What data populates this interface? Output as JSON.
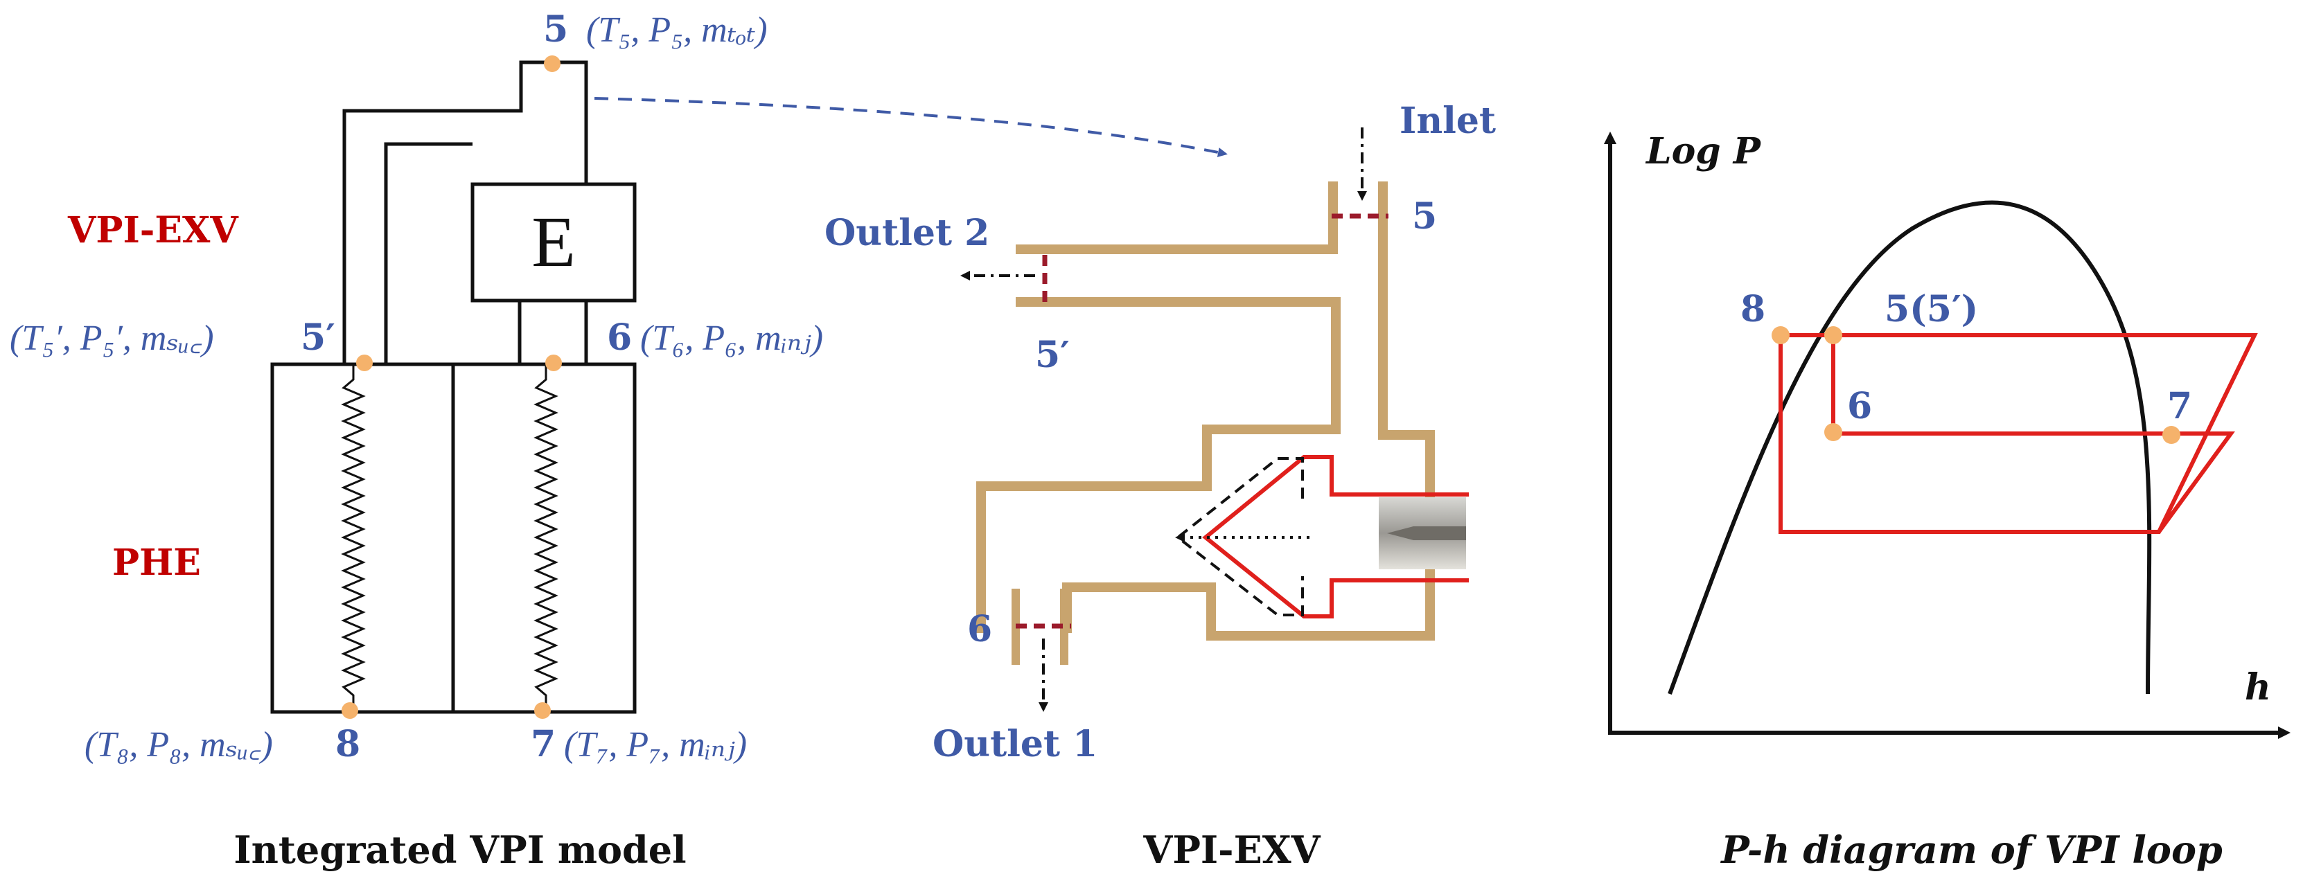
{
  "model": {
    "caption": "Integrated VPI model",
    "label_vpi_exv": "VPI-EXV",
    "label_phe": "PHE",
    "box_letter": "E",
    "state_5": "5",
    "state_5_vars": "(T₅, P₅, mₜₒₜ)",
    "state_5p": "5′",
    "state_5p_vars": "(T₅′, P₅′, mₛᵤ꜀)",
    "state_6": "6",
    "state_6_vars": "(T₆, P₆, mᵢₙⱼ)",
    "state_7": "7",
    "state_7_vars": "(T₇, P₇, mᵢₙⱼ)",
    "state_8": "8",
    "state_8_vars": "(T₈, P₈, mₛᵤ꜀)"
  },
  "exv": {
    "caption": "VPI-EXV",
    "inlet": "Inlet",
    "outlet_1": "Outlet 1",
    "outlet_2": "Outlet 2",
    "port_5": "5",
    "port_5p": "5′",
    "port_6": "6"
  },
  "ph": {
    "caption": "P-h diagram of VPI loop",
    "y_axis": "Log P",
    "x_axis": "h",
    "point_8": "8",
    "point_5": "5(5′)",
    "point_6": "6",
    "point_7": "7"
  },
  "colors": {
    "label_blue": "#3f5aa6",
    "label_red": "#c00000",
    "state_dot": "#f5b26b",
    "pipe_tan": "#c8a46e",
    "cycle_red": "#e0201c"
  }
}
